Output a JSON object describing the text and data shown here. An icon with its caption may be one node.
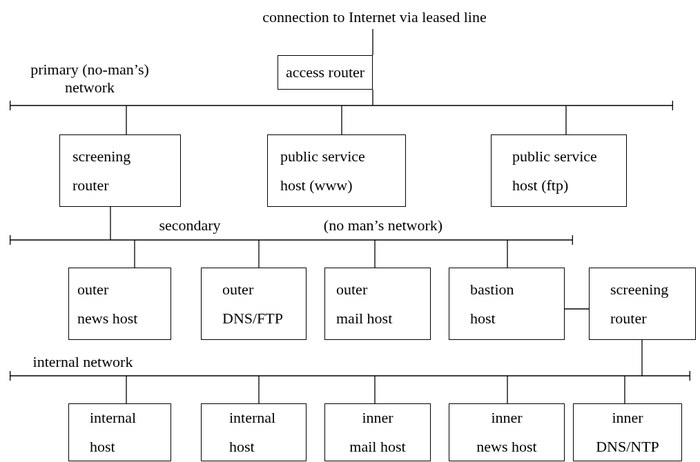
{
  "diagram": {
    "nodes": [
      {
        "text": [
          "connection to Internet via leased line"
        ]
      },
      {
        "text": [
          "access router"
        ]
      },
      {
        "text": [],
        "shape": "bar",
        "beside": [
          "primary (no-man’s) network"
        ]
      },
      {
        "text": [
          "screening router"
        ]
      },
      {
        "text": [
          "public service host (www)"
        ]
      },
      {
        "text": [
          "public service host (ftp)"
        ]
      },
      {
        "text": [],
        "shape": "bar",
        "beside": [
          "secondary",
          "(no man’s network)"
        ]
      },
      {
        "text": [
          "outer news host"
        ]
      },
      {
        "text": [
          "outer DNS/FTP"
        ]
      },
      {
        "text": [
          "outer mail host"
        ]
      },
      {
        "text": [
          "bastion host"
        ]
      },
      {
        "text": [
          "screening router"
        ]
      },
      {
        "text": [],
        "shape": "bar",
        "beside": [
          "internal network"
        ]
      },
      {
        "text": [
          "internal host"
        ]
      },
      {
        "text": [
          "internal host"
        ]
      },
      {
        "text": [
          "inner mail host"
        ]
      },
      {
        "text": [
          "inner news host"
        ]
      },
      {
        "text": [
          "inner DNS/NTP"
        ]
      }
    ],
    "edges": [
      {
        "from": 0,
        "to": 1,
        "arrow": "none"
      },
      {
        "from": 1,
        "to": 2,
        "arrow": "none"
      },
      {
        "from": 2,
        "to": 3,
        "arrow": "none"
      },
      {
        "from": 2,
        "to": 4,
        "arrow": "none"
      },
      {
        "from": 2,
        "to": 5,
        "arrow": "none"
      },
      {
        "from": 3,
        "to": 6,
        "arrow": "none"
      },
      {
        "from": 6,
        "to": 7,
        "arrow": "none"
      },
      {
        "from": 6,
        "to": 8,
        "arrow": "none"
      },
      {
        "from": 6,
        "to": 9,
        "arrow": "none"
      },
      {
        "from": 6,
        "to": 10,
        "arrow": "none"
      },
      {
        "from": 10,
        "to": 11,
        "arrow": "none"
      },
      {
        "from": 11,
        "to": 12,
        "arrow": "none"
      },
      {
        "from": 12,
        "to": 13,
        "arrow": "none"
      },
      {
        "from": 12,
        "to": 14,
        "arrow": "none"
      },
      {
        "from": 12,
        "to": 15,
        "arrow": "none"
      },
      {
        "from": 12,
        "to": 16,
        "arrow": "none"
      },
      {
        "from": 12,
        "to": 17,
        "arrow": "none"
      }
    ]
  }
}
